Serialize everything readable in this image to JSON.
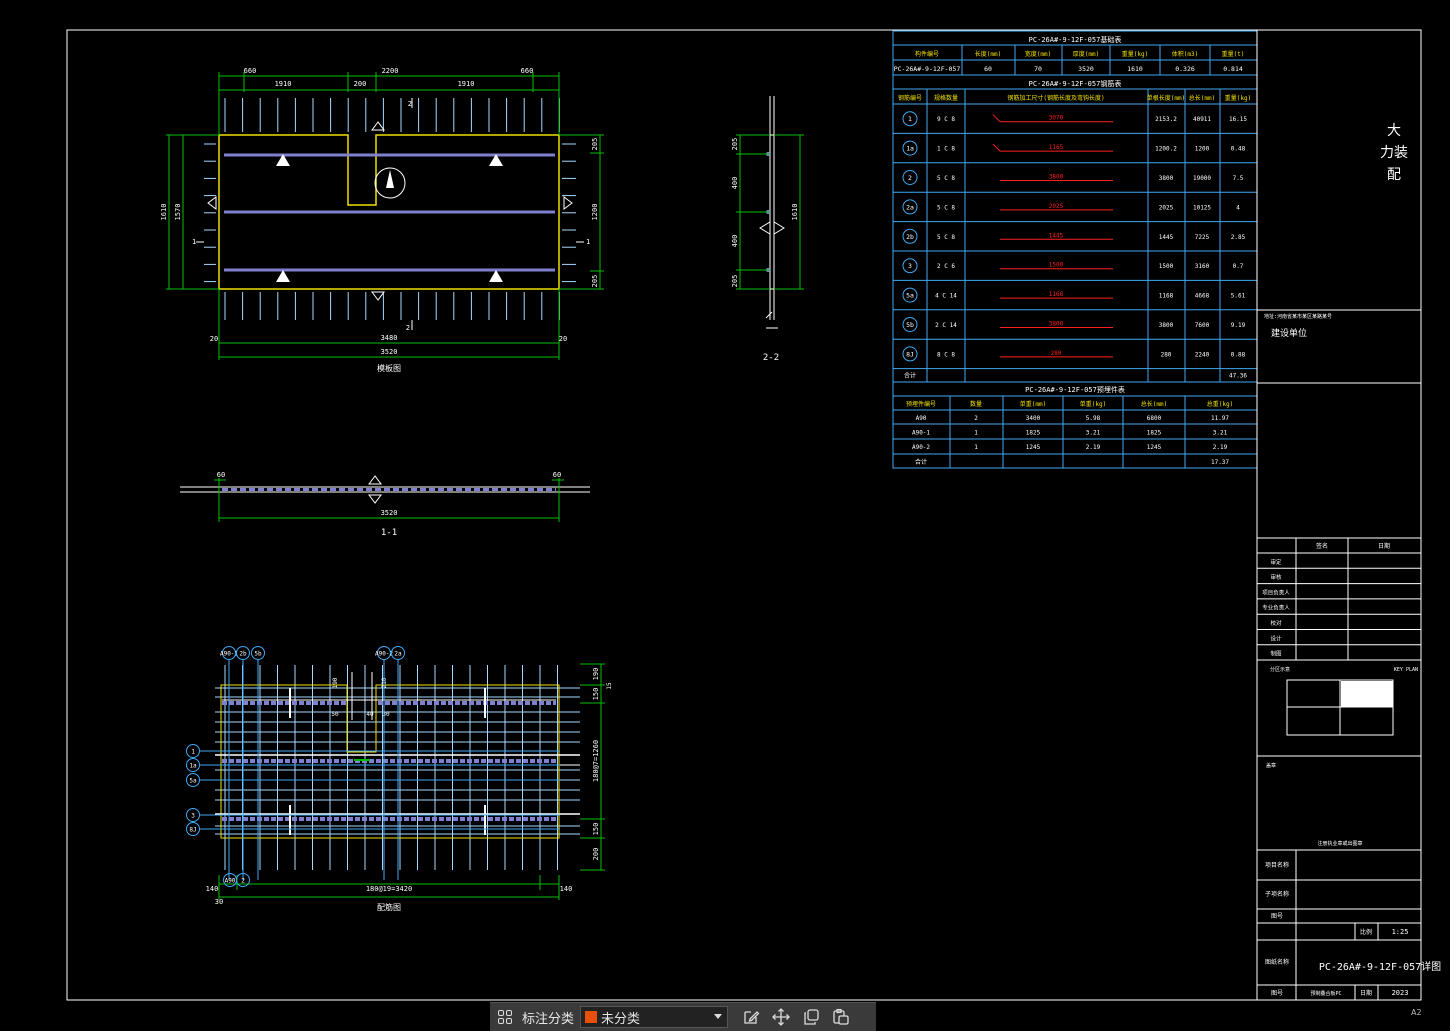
{
  "drawing": {
    "plan_view_label": "模板图",
    "rebar_view_label": "配筋图",
    "section_1_label": "1-1",
    "section_2_label": "2-2",
    "plan_dims_top": [
      "660",
      "1910",
      "200",
      "2200",
      "1910",
      "660"
    ],
    "plan_dim_total_inner": "3480",
    "plan_dim_total": "3520",
    "plan_dim_left_outer": "1610",
    "plan_dim_left_inner": "1570",
    "plan_dim_right": "1200",
    "plan_dims_right_parts": [
      "205",
      "205"
    ],
    "plan_dim_side": [
      "20",
      "20"
    ],
    "section_1_dims": [
      "60",
      "60",
      "3520"
    ],
    "section_2_dims": [
      "205",
      "400",
      "400",
      "205",
      "1610"
    ],
    "rebar_dim_bottom": "180@19=3420",
    "rebar_dim_right": "180@7=1260",
    "rebar_dims_right_small": [
      "150",
      "150",
      "200",
      "190",
      "15"
    ],
    "rebar_dims_bottom_small": [
      "140",
      "140",
      "30"
    ],
    "rebar_dims_notch": [
      "190",
      "50",
      "40",
      "210",
      "30"
    ],
    "cut_marks": [
      "2",
      "2",
      "1",
      "1"
    ],
    "rebar_tags_top": [
      "A90-1",
      "2b",
      "5b",
      "A90-2",
      "2a"
    ],
    "rebar_tags_left": [
      "1",
      "1a",
      "5a",
      "3",
      "8J"
    ],
    "rebar_tags_bottom": [
      "A90",
      "2"
    ]
  },
  "tables": {
    "info": {
      "title": "PC-26A#-9-12F-057基础表",
      "headers": [
        "构件编号",
        "长度(mm)",
        "宽度(mm)",
        "厚度(mm)",
        "重量(kg)",
        "体积(m3)",
        "重量(t)"
      ],
      "row": [
        "PC-26A#-9-12F-057",
        "60",
        "70",
        "3520",
        "1610",
        "0.326",
        "0.814"
      ]
    },
    "rebar": {
      "title": "PC-26A#-9-12F-057钢筋表",
      "headers": [
        "钢筋编号",
        "规格数量",
        "钢筋加工尺寸(钢筋长度及弯钩长度)",
        "单根长度(mm)",
        "总长(mm)",
        "重量(kg)"
      ],
      "rows": [
        {
          "id": "1",
          "spec": "9 C 8",
          "shape": "3070",
          "len": "2153.2",
          "total": "40911",
          "weight": "16.15"
        },
        {
          "id": "1a",
          "spec": "1 C 8",
          "shape": "1165",
          "len": "1200.2",
          "total": "1200",
          "weight": "0.48"
        },
        {
          "id": "2",
          "spec": "5 C 8",
          "shape": "3800",
          "len": "3800",
          "total": "19000",
          "weight": "7.5"
        },
        {
          "id": "2a",
          "spec": "5 C 8",
          "shape": "2025",
          "len": "2025",
          "total": "10125",
          "weight": "4"
        },
        {
          "id": "2b",
          "spec": "5 C 8",
          "shape": "1445",
          "len": "1445",
          "total": "7225",
          "weight": "2.85"
        },
        {
          "id": "3",
          "spec": "2 C 6",
          "shape": "1500",
          "len": "1500",
          "total": "3160",
          "weight": "0.7"
        },
        {
          "id": "5a",
          "spec": "4 C 14",
          "shape": "1168",
          "len": "1168",
          "total": "4668",
          "weight": "5.61"
        },
        {
          "id": "5b",
          "spec": "2 C 14",
          "shape": "3800",
          "len": "3800",
          "total": "7600",
          "weight": "9.19"
        },
        {
          "id": "8J",
          "spec": "8 C 8",
          "shape": "280",
          "len": "280",
          "total": "2240",
          "weight": "0.88"
        }
      ],
      "total_label": "合计",
      "total_value": "47.36"
    },
    "embed": {
      "title": "PC-26A#-9-12F-057预埋件表",
      "headers": [
        "预埋件编号",
        "数量",
        "单重(mm)",
        "单重(kg)",
        "总长(mm)",
        "总重(kg)"
      ],
      "rows": [
        [
          "A90",
          "2",
          "3400",
          "5.98",
          "6800",
          "11.97"
        ],
        [
          "A90-1",
          "1",
          "1825",
          "3.21",
          "1825",
          "3.21"
        ],
        [
          "A90-2",
          "1",
          "1245",
          "2.19",
          "1245",
          "2.19"
        ]
      ],
      "total_label": "合计",
      "total_value": "17.37"
    }
  },
  "title_block": {
    "company_chars": [
      "大",
      "力装",
      "配"
    ],
    "company_note": "地址:河南省某市某区某路某号",
    "client_label": "建设单位",
    "sign_headers": [
      "",
      "签名",
      "日期"
    ],
    "sign_rows": [
      "审定",
      "审核",
      "项目负责人",
      "专业负责人",
      "校对",
      "设计",
      "制图"
    ],
    "key_plan_label": "分区示意",
    "key_plan_tag": "KEY PLAN",
    "stamp_label": "盖章",
    "stamp_note": "注册执业章或出图章",
    "project_name_label": "项目名称",
    "subproject_label": "子项名称",
    "drawing_no_label": "图号",
    "scale_label": "比例",
    "scale_value": "1:25",
    "drawing_name_label": "图纸名称",
    "drawing_name": "PC-26A#-9-12F-057详图",
    "date_label": "日期",
    "date_value": "2023",
    "sheet_label": "图号",
    "sheet_value": "预制叠合板PC",
    "sheet_size": "A2"
  },
  "toolbar": {
    "label": "标注分类",
    "select_value": "未分类",
    "icons": [
      "grid-icon",
      "chevron-down-icon",
      "edit-icon",
      "move-icon",
      "copy-icon",
      "paste-icon"
    ]
  },
  "colors": {
    "white": "#ffffff",
    "cyan": "#3fa9f5",
    "green": "#00c000",
    "yellow": "#f0e000",
    "red": "#ff2020",
    "purple": "#8080d0",
    "lightblue": "#a8d8ff",
    "swatch": "#e8500a"
  }
}
